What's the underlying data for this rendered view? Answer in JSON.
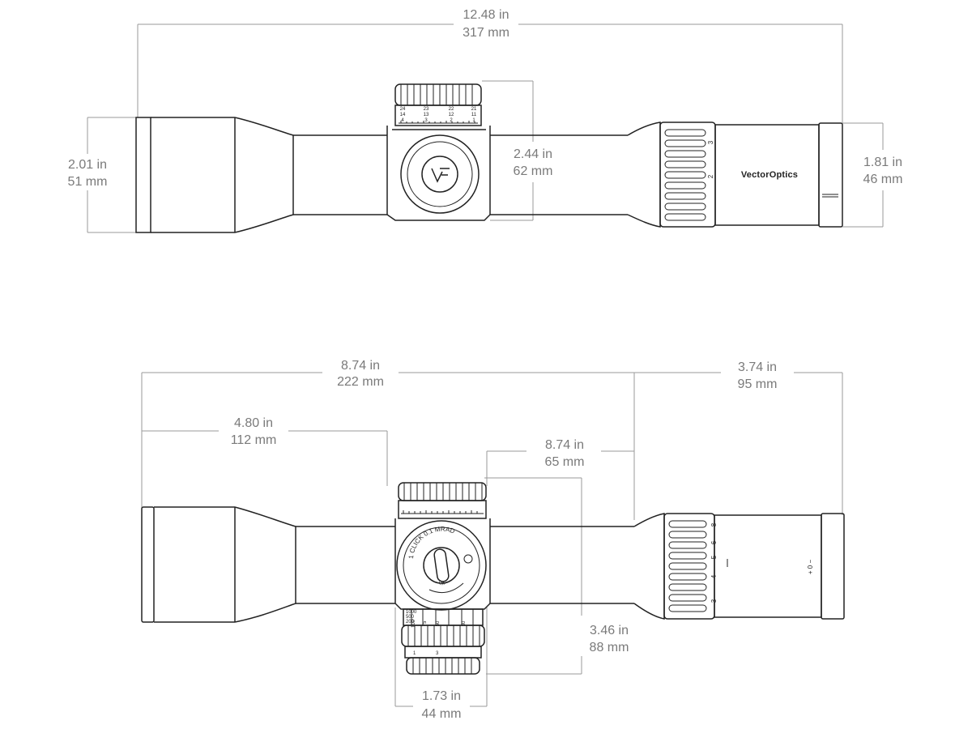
{
  "top_view": {
    "overall_length": {
      "in": "12.48 in",
      "mm": "317 mm"
    },
    "objective_diameter": {
      "in": "2.01 in",
      "mm": "51 mm"
    },
    "turret_height": {
      "in": "2.44 in",
      "mm": "62 mm"
    },
    "eyepiece_diameter": {
      "in": "1.81 in",
      "mm": "46 mm"
    },
    "turret_cap_rows": [
      [
        "24",
        "23",
        "22",
        "21"
      ],
      [
        "14",
        "13",
        "12",
        "11"
      ],
      [
        "4",
        "3",
        "2",
        "1"
      ]
    ],
    "zoom_marks": [
      "3",
      "2"
    ],
    "brand_label": "VectorOptics"
  },
  "side_view": {
    "body_length": {
      "in": "8.74 in",
      "mm": "222 mm"
    },
    "eyepiece_length": {
      "in": "3.74 in",
      "mm": "95 mm"
    },
    "front_to_turret": {
      "in": "4.80 in",
      "mm": "112 mm"
    },
    "turret_to_eyepiece": {
      "in": "8.74 in",
      "mm": "65 mm"
    },
    "turret_total_height": {
      "in": "3.46 in",
      "mm": "88 mm"
    },
    "turret_width": {
      "in": "1.73 in",
      "mm": "44 mm"
    },
    "turret_label": "1 CLICK 0.1 MRAD",
    "turret_up_label": "UP",
    "parallax_marks": [
      "100",
      "75",
      "50",
      "30"
    ],
    "parallax_small_marks": [
      "1000",
      "500",
      "200"
    ],
    "illum_marks": [
      "1",
      "3"
    ],
    "zoom_marks": [
      "8",
      "6",
      "5",
      "4",
      "3"
    ],
    "diopter_label": "+ 0 −"
  }
}
